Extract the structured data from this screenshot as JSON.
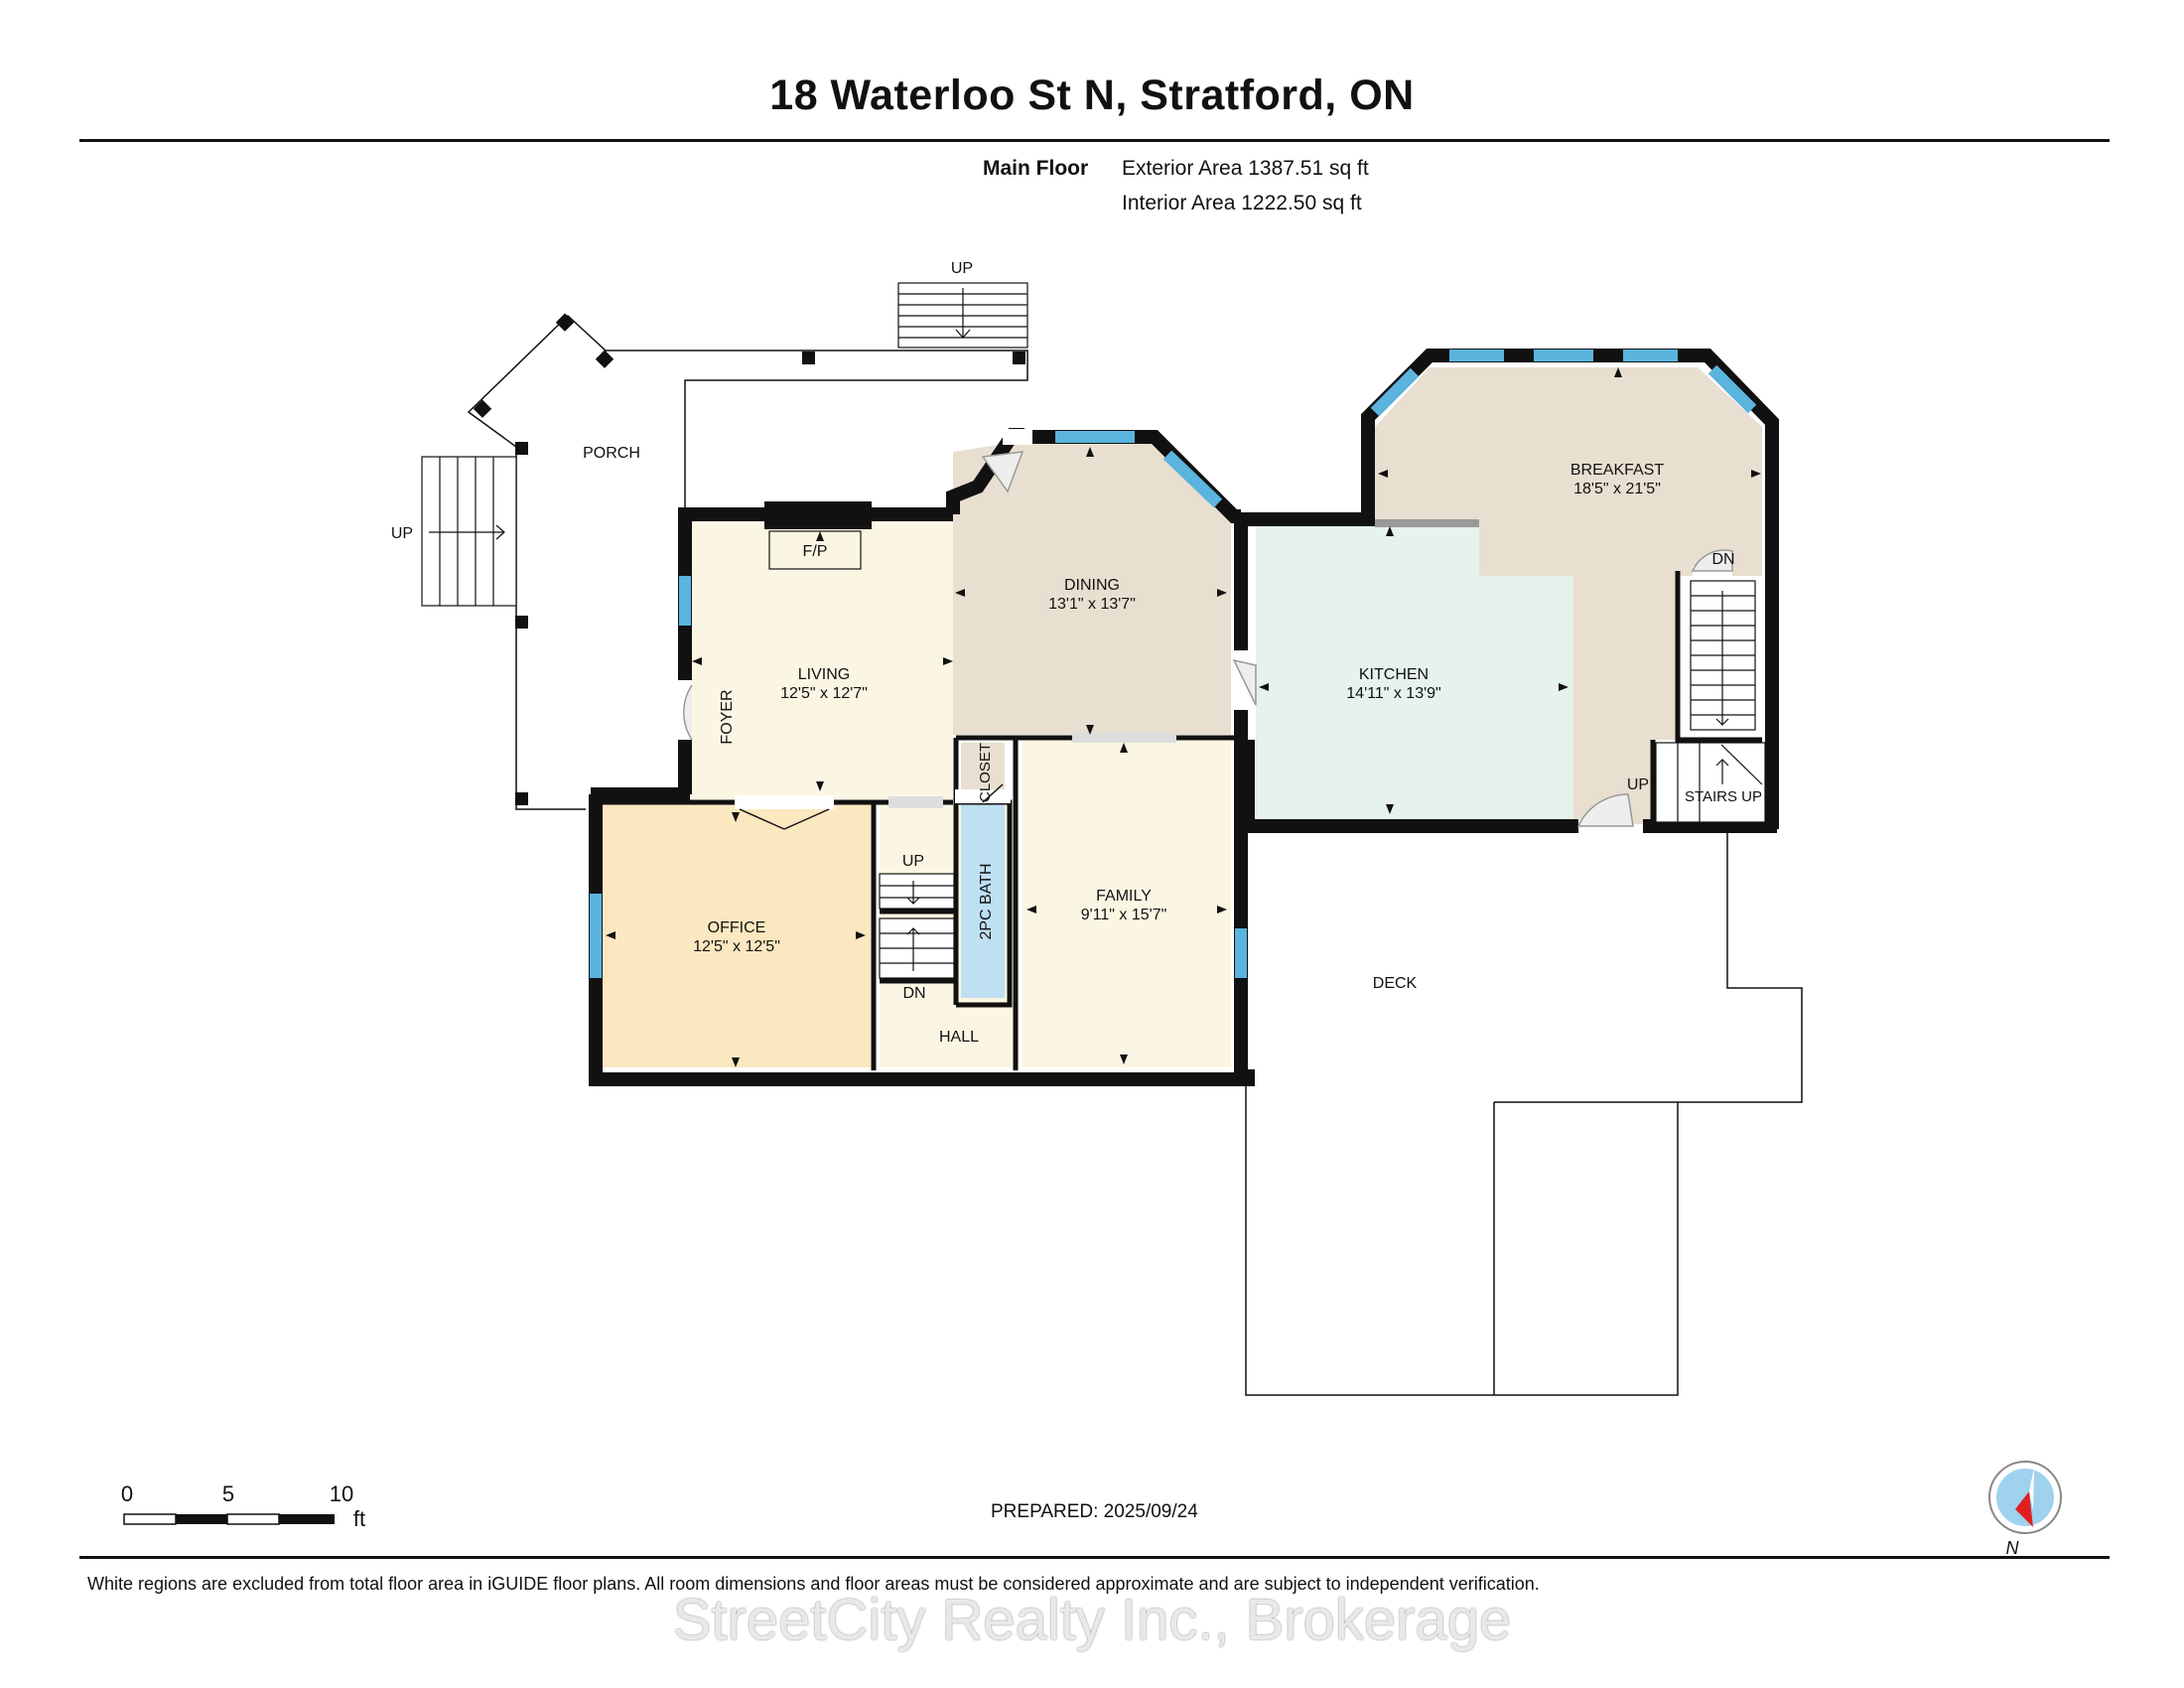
{
  "title": "18 Waterloo St N, Stratford, ON",
  "floor": {
    "name": "Main Floor",
    "exterior_area": "Exterior Area 1387.51 sq ft",
    "interior_area": "Interior Area 1222.50 sq ft"
  },
  "rooms": {
    "porch": "PORCH",
    "living": {
      "name": "LIVING",
      "size": "12'5\" x 12'7\""
    },
    "dining": {
      "name": "DINING",
      "size": "13'1\" x 13'7\""
    },
    "kitchen": {
      "name": "KITCHEN",
      "size": "14'11\" x 13'9\""
    },
    "breakfast": {
      "name": "BREAKFAST",
      "size": "18'5\" x 21'5\""
    },
    "office": {
      "name": "OFFICE",
      "size": "12'5\" x 12'5\""
    },
    "family": {
      "name": "FAMILY",
      "size": "9'11\" x 15'7\""
    },
    "bath": "2PC BATH",
    "closet": "CLOSET",
    "foyer": "FOYER",
    "hall": "HALL",
    "deck": "DECK",
    "fireplace": "F/P"
  },
  "stairs": {
    "porch_top": "UP",
    "porch_left": "UP",
    "hall_up": "UP",
    "hall_dn": "DN",
    "breakfast_dn": "DN",
    "breakfast_up": "UP",
    "stairs_up": "STAIRS UP"
  },
  "scale": {
    "zero": "0",
    "five": "5",
    "ten": "10",
    "unit": "ft"
  },
  "compass": {
    "north": "N"
  },
  "prepared": "PREPARED: 2025/09/24",
  "footer": "White regions are excluded from total floor area in iGUIDE floor plans. All room dimensions and floor areas must be considered approximate and are subject to independent verification.",
  "watermark": "StreetCity Realty Inc., Brokerage",
  "colors": {
    "wall": "#111111",
    "window": "#5ab4de",
    "living": "#fbf6e3",
    "dining": "#e8dfd0",
    "kitchen": "#e6f2ec",
    "breakfast": "#e8dfd0",
    "office": "#fbe7c0",
    "family": "#fbf6e3",
    "bath": "#bfdff3",
    "hall": "#fbf6e3"
  }
}
